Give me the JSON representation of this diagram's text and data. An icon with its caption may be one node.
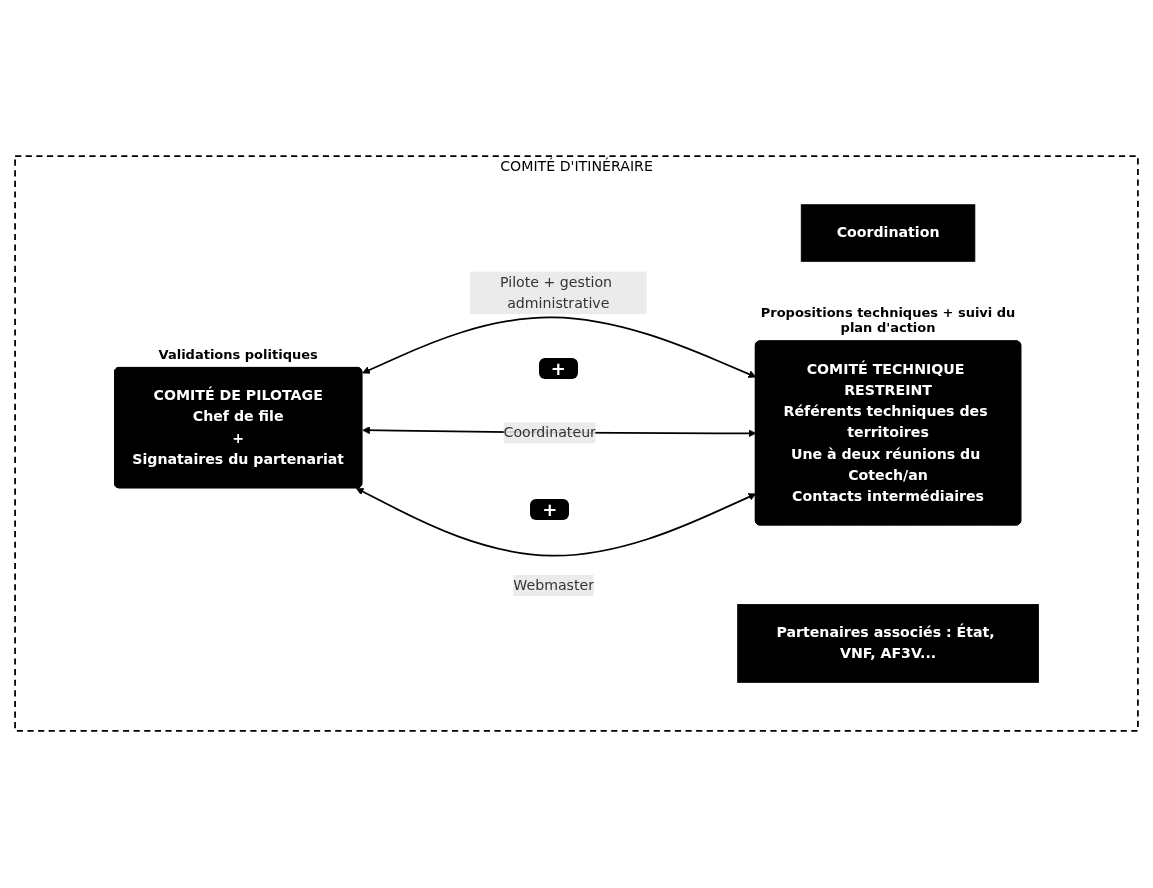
{
  "diagram": {
    "nodes": [
      {
        "text": [
          "COMITÉ D'ITINÉRAIRE"
        ]
      },
      {
        "text": [
          "Coordination"
        ],
        "in": 0
      },
      {
        "text": [
          "COMITÉ DE PILOTAGE",
          "Chef de file",
          "+",
          "Signataires du partenariat"
        ],
        "beside": [
          "Validations politiques"
        ],
        "in": 0
      },
      {
        "text": [
          "COMITÉ TECHNIQUE RESTREINT",
          "Référents techniques des territoires",
          "Une à deux réunions du Cotech/an",
          "Contacts intermédiaires"
        ],
        "beside": [
          "Propositions techniques + suivi du plan d'action"
        ],
        "in": 0
      },
      {
        "text": [
          "Partenaires associés : État, VNF, AF3V..."
        ],
        "in": 0
      }
    ],
    "edges": [
      {
        "from": 2,
        "to": 3,
        "arrow": "both",
        "label": "Pilote + gestion administrative"
      },
      {
        "from": 2,
        "to": 3,
        "arrow": "both",
        "label": "Coordinateur"
      },
      {
        "from": 2,
        "to": 3,
        "arrow": "both",
        "label": "Webmaster"
      }
    ],
    "labels": [
      "+",
      "+"
    ]
  }
}
